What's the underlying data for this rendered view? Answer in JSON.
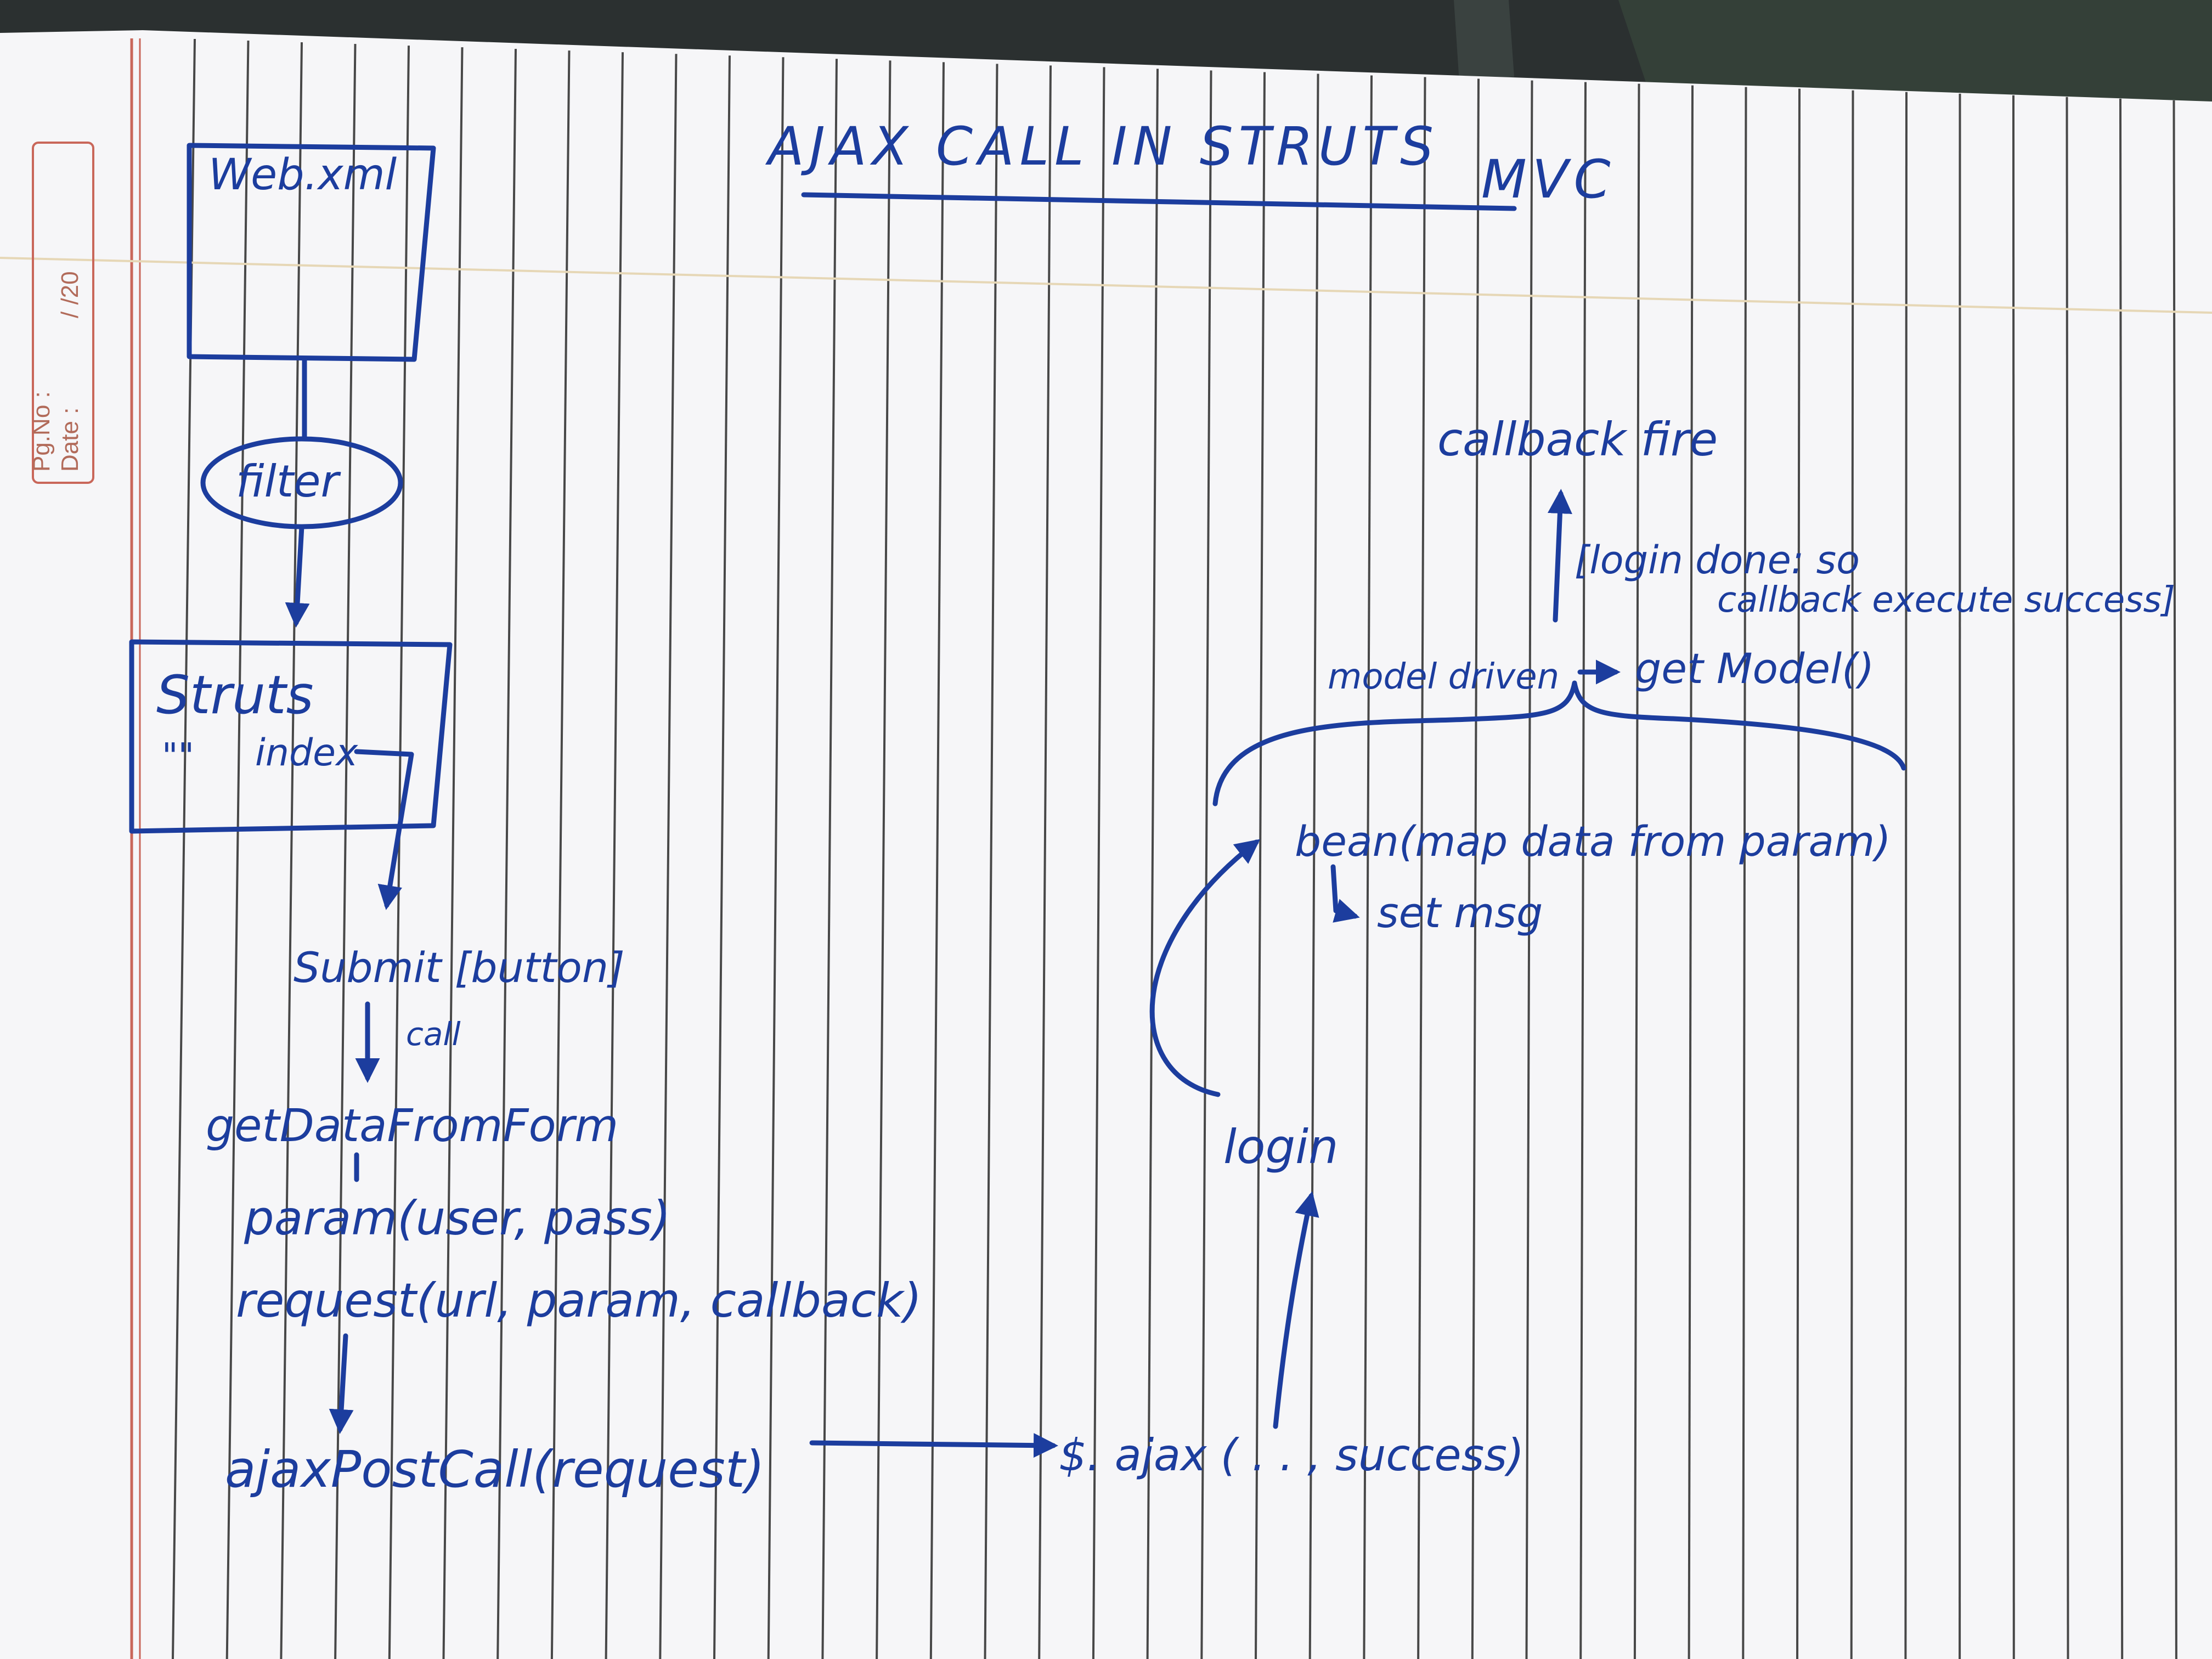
{
  "page": {
    "pg_no_label": "Pg.No :",
    "date_label": "Date :",
    "date_value": "/  /20"
  },
  "title": {
    "text": "AJAX CALL IN STRUTS",
    "suffix": "MVC"
  },
  "flow": {
    "web_xml": "Web.xml",
    "filter": "filter",
    "struts": "Struts",
    "struts_quotes": "\"\"",
    "struts_index": "index",
    "submit": "Submit [button]",
    "call": "call",
    "get_data": "getDataFromForm",
    "param": "param(user, pass)",
    "request": "request(url, param, callback)",
    "ajax_post": "ajaxPostCall(request)",
    "jquery_ajax": "$. ajax ( . . , success)",
    "login": "login",
    "bean": "bean(map data from param)",
    "set_msg": "set msg",
    "model_driven": "model driven",
    "get_model": "get Model()",
    "login_done": "[login done: so",
    "callback_exec": "callback execute success]",
    "callback_fire": "callback fire"
  },
  "colors": {
    "ink": "#1c3d9e",
    "paper": "#f6f6f8",
    "rule_lines": "#2a2a2a",
    "margin_line": "#c9675a",
    "background": "#2b3030"
  }
}
